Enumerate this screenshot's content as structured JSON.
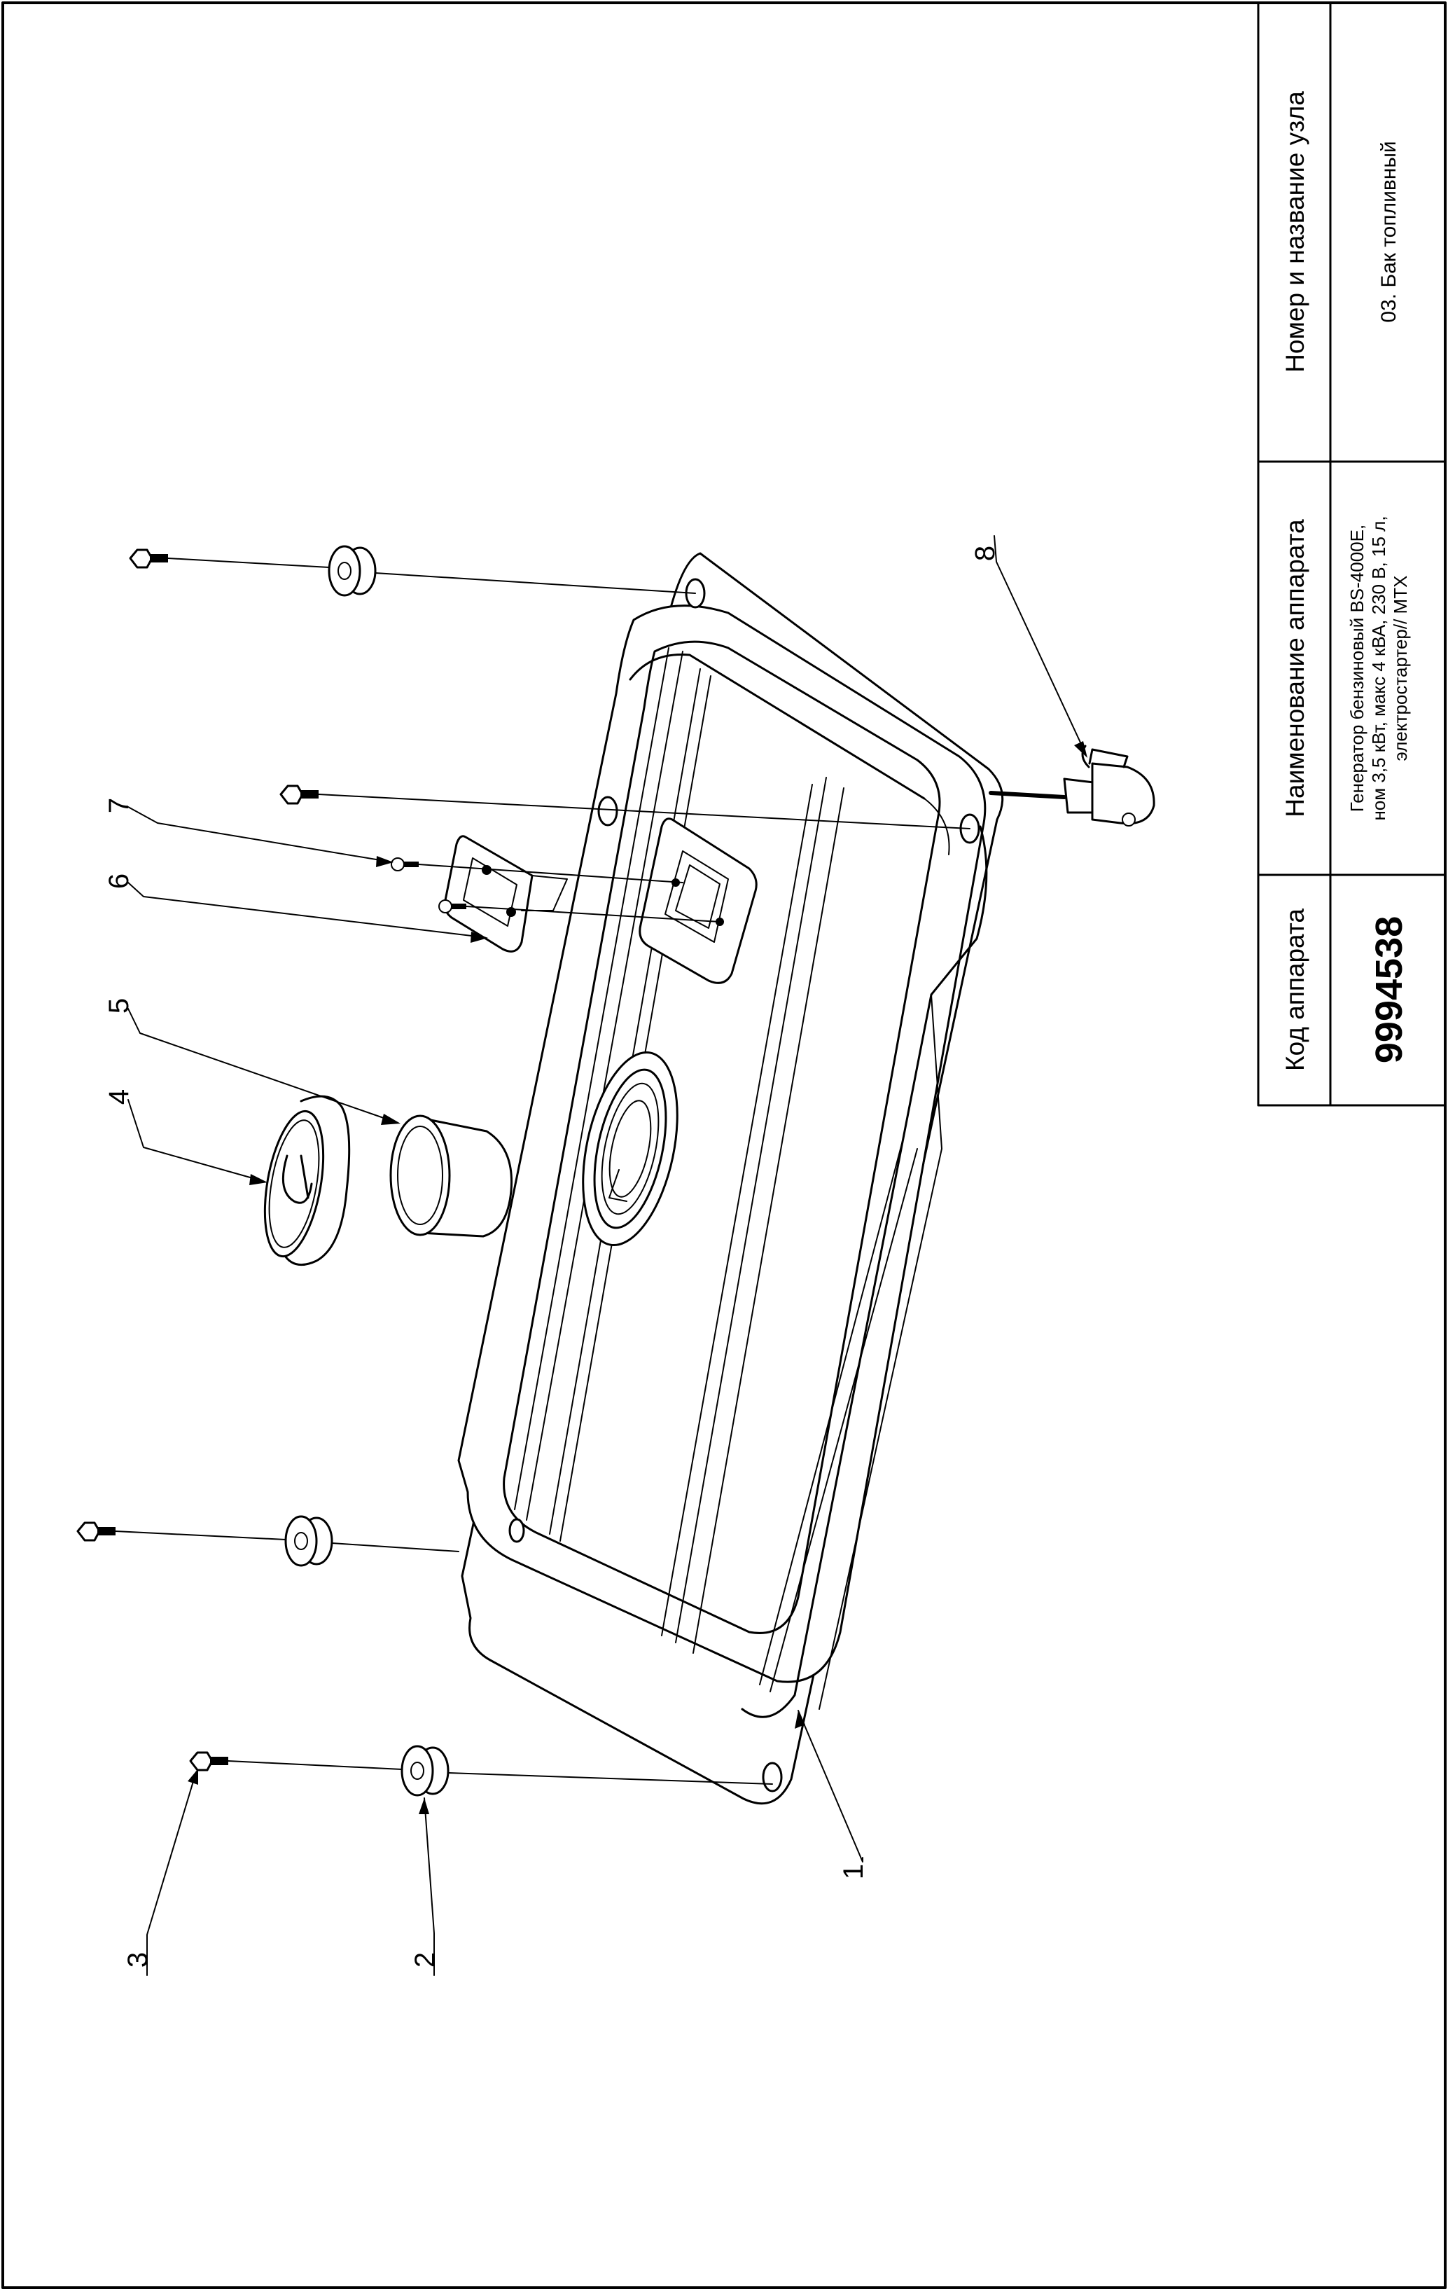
{
  "title_block": {
    "code_header": "Код аппарата",
    "code_value": "9994538",
    "name_header": "Наименование аппарата",
    "name_lines": [
      "Генератор бензиновый BS-4000E,",
      "ном 3,5 кВт, макс 4 кВА, 230 В, 15 л,",
      "электростартер// MTX"
    ],
    "node_header": "Номер и название узла",
    "node_value": "03. Бак топливный"
  },
  "callouts": [
    "1",
    "2",
    "3",
    "4",
    "5",
    "6",
    "7",
    "8"
  ]
}
